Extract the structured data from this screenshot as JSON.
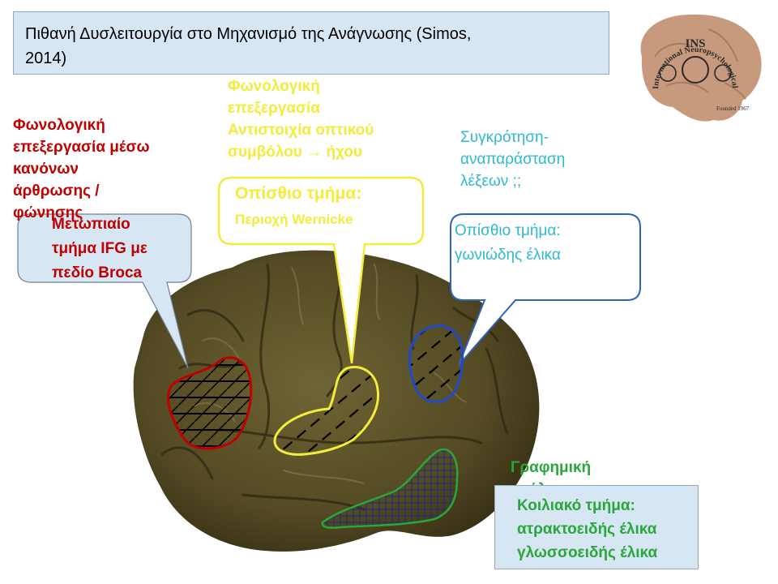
{
  "title": {
    "line1": "Πιθανή Δυσλειτουργία στο Μηχανισμό της Ανάγνωσης (Simos,",
    "line2": "2014)"
  },
  "logo": {
    "text": "International Neuropsychological Society",
    "initials": "INS",
    "founded": "Founded 1967",
    "colors": {
      "brain": "#c79a7e",
      "ink": "#2a2a2a"
    }
  },
  "captions": {
    "red": [
      "Φωνολογική",
      "επεξεργασία μέσω",
      "κανόνων",
      "άρθρωσης /",
      "φώνησης"
    ],
    "yellow": [
      "Φωνολογική",
      "επεξεργασία",
      "Αντιστοιχία οπτικού",
      "συμβόλου → ήχου"
    ],
    "teal": [
      "Συγκρότηση-",
      "αναπαράσταση",
      "λέξεων ;;"
    ],
    "green": [
      "Γραφημική",
      "ανάλυση"
    ]
  },
  "bubbles": {
    "broca": [
      "Μετωπιαίο",
      "τμήμα IFG με",
      "πεδίο Broca"
    ],
    "wernicke": {
      "heading": "Οπίσθιο τμήμα:",
      "sub": "Περιοχή Wernicke"
    },
    "angular": [
      "Οπίσθιο τμήμα:",
      "γωνιώδης έλικα"
    ],
    "ventral": [
      "Κοιλιακό τμήμα:",
      "ατρακτοειδής έλικα",
      "γλωσσοειδής έλικα"
    ]
  },
  "colors": {
    "red": "#c00000",
    "yellow": "#f3ec3c",
    "teal": "#2fb8d0",
    "blue": "#2149c8",
    "green": "#2aa73a",
    "bubble_fill": "#d6e6f2",
    "brain": "#5c5228"
  }
}
